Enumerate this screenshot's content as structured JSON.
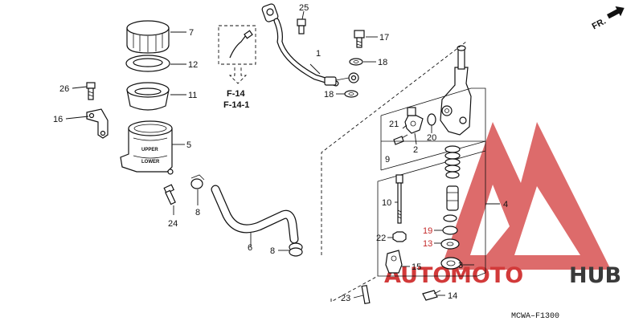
{
  "diagram": {
    "labels": {
      "p1": "1",
      "p2": "2",
      "p3": "3",
      "p4": "4",
      "p5": "5",
      "p6": "6",
      "p7": "7",
      "p8a": "8",
      "p8b": "8",
      "p9": "9",
      "p10": "10",
      "p11": "11",
      "p12": "12",
      "p13": "13",
      "p14": "14",
      "p15": "15",
      "p16": "16",
      "p17": "17",
      "p18a": "18",
      "p18b": "18",
      "p19": "19",
      "p20": "20",
      "p21": "21",
      "p22": "22",
      "p23": "23",
      "p24": "24",
      "p25": "25",
      "p26": "26"
    },
    "refs": {
      "f14": "F-14",
      "f141": "F-14-1"
    },
    "reservoir_marks": {
      "upper": "UPPER",
      "lower": "LOWER"
    },
    "direction_label": "FR.",
    "diagram_code": "MCWA–F1300",
    "watermark": {
      "part1": "AUTO",
      "part2": "MOTO",
      "part3": "HUB"
    },
    "colors": {
      "watermark_red": "#d23a3a",
      "watermark_dark": "#3a3a3a",
      "line": "#111111"
    }
  }
}
